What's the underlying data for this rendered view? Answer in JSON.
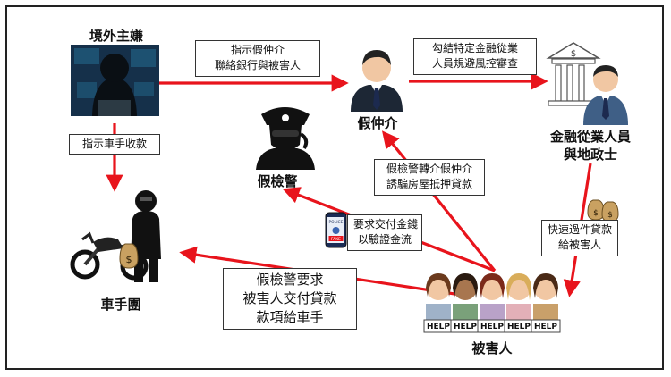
{
  "nodes": {
    "mastermind": "境外主嫌",
    "fake_agent": "假仲介",
    "financial": "金融從業人員\n與地政士",
    "fake_police": "假檢警",
    "courier": "車手團",
    "victims": "被害人"
  },
  "edges": {
    "mastermind_to_agent": "指示假仲介\n聯絡銀行與被害人",
    "agent_to_financial": "勾結特定金融從業\n人員規避風控審查",
    "mastermind_to_courier": "指示車手收款",
    "police_refer_agent": "假檢警轉介假仲介\n誘騙房屋抵押貸款",
    "police_demand_money": "要求交付金錢\n以驗證金流",
    "financial_to_victims": "快速過件貸款\n給被害人",
    "victims_to_courier": "假檢警要求\n被害人交付貸款\n款項給車手"
  },
  "icon_texts": {
    "fake_badge": "FAKE",
    "police_badge": "POLICE",
    "help_sign": "HELP"
  },
  "colors": {
    "arrow": "#e8141c",
    "border": "#222222"
  }
}
